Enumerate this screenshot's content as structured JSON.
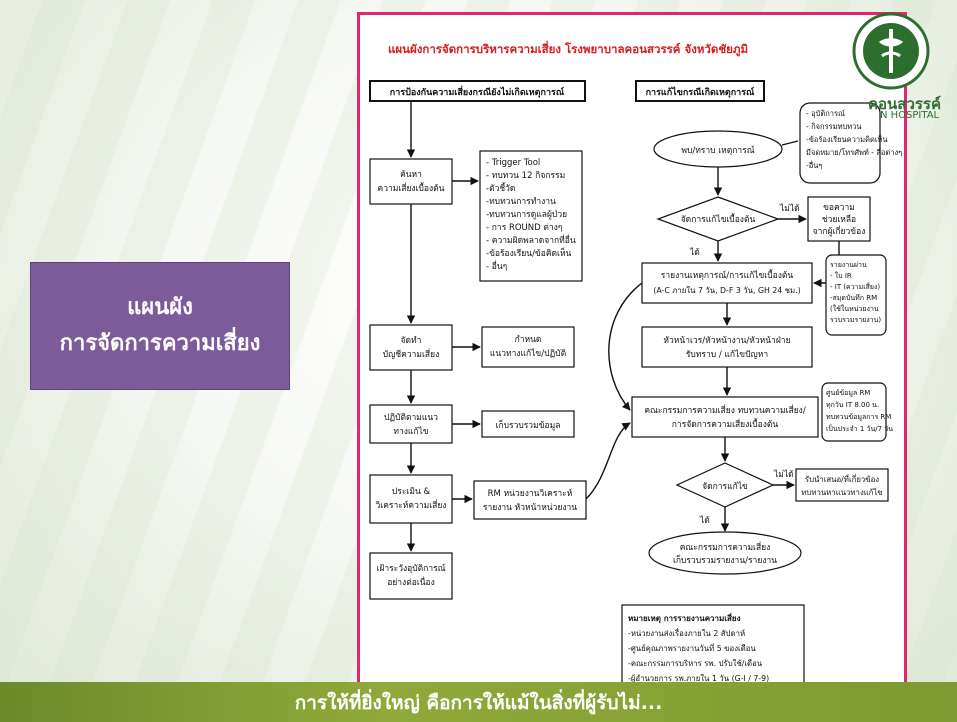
{
  "slide": {
    "left_title_line1": "แผนผัง",
    "left_title_line2": "การจัดการความเสี่ยง",
    "footer": "การให้ที่ยิ่งใหญ่ คือการให้แม้ในสิ่งที่ผู้รับไม่..."
  },
  "doc": {
    "title": "แผนผังการจัดการบริหารความเสี่ยง โรงพยาบาลคอนสวรรค์ จังหวัดชัยภูมิ",
    "left_header": "การป้องกันความเสี่ยงกรณียังไม่เกิดเหตุการณ์",
    "right_header": "การแก้ไขกรณีเกิดเหตุการณ์",
    "left_flow": [
      {
        "id": "find",
        "lines": [
          "ค้นหา",
          "ความเสี่ยงเบื้องต้น"
        ]
      },
      {
        "id": "register",
        "lines": [
          "จัดทำ",
          "บัญชีความเสี่ยง"
        ]
      },
      {
        "id": "practice",
        "lines": [
          "ปฏิบัติตามแนว",
          "ทางแก้ไข"
        ]
      },
      {
        "id": "assess",
        "lines": [
          "ประเมิน &",
          "วิเคราะห์ความเสี่ยง"
        ]
      },
      {
        "id": "monitor",
        "lines": [
          "เฝ้าระวังอุบัติการณ์",
          "อย่างต่อเนื่อง"
        ]
      }
    ],
    "tools_list": [
      "- Trigger Tool",
      "- ทบทวน 12 กิจกรรม",
      "-ตัวชี้วัด",
      "-ทบทวนการทำงาน",
      "-ทบทวนการดูแลผู้ป่วย",
      "- การ ROUND ต่างๆ",
      "- ความผิดพลาดจากที่อื่น",
      "-ข้อร้องเรียน/ข้อคิดเห็น",
      "- อื่นๆ"
    ],
    "define_box": [
      "กำหนด",
      "แนวทางแก้ไข/ปฏิบัติ"
    ],
    "collect_box": [
      "เก็บรวบรวมข้อมูล"
    ],
    "rm_box": [
      "RM หน่วยงานวิเคราะห์",
      "รายงาน หัวหน้าหน่วยงาน"
    ],
    "sources_box": [
      "- อุบัติการณ์",
      "- กิจกรรมทบทวน",
      "-ข้อร้องเรียนความคิดเห็น",
      "มีจดหมาย/โทรศัพท์ - สื่อต่างๆ",
      "-อื่นๆ"
    ],
    "event_ellipse": "พบ/ทราบ เหตุการณ์",
    "fix_decision": "จัดการแก้ไขเบื้องต้น",
    "no_label": "ไม่ได้",
    "yes_label": "ได้",
    "help_box": [
      "ขอความ",
      "ช่วยเหลือ",
      "จากผู้เกี่ยวข้อง"
    ],
    "report_box": [
      "รายงานเหตุการณ์/การแก้ไขเบื้องต้น",
      "(A-C ภายใน 7 วัน, D-F 3 วัน, GH 24 ชม.)"
    ],
    "report_note": [
      "รายงานผ่าน",
      "- ใบ IR",
      "- IT (ความเสี่ยง)",
      "-สมุดบันทึก RM",
      "(ใช้ในหน่วยงาน",
      "รวบรวมรายงาน)"
    ],
    "head_box": [
      "หัวหน้าเวร/หัวหน้างาน/หัวหน้าฝ่าย",
      "รับทราบ / แก้ไขปัญหา"
    ],
    "committee_box": [
      "คณะกรรมการความเสี่ยง ทบทวนความเสี่ยง/",
      "การจัดการความเสี่ยงเบื้องต้น"
    ],
    "rm_note": [
      "ศูนย์ข้อมูล RM",
      "ทุกวัน IT 8.00 น.",
      "ทบทวนข้อมูลการ RM",
      "เป็นประจำ 1 วัน/7 วัน"
    ],
    "manage_decision": "จัดการแก้ไข",
    "nopass_box": [
      "รับนำเสนอ/ที่เกี่ยวข้อง",
      "ทบทวนหาแนวทางแก้ไข"
    ],
    "final_ellipse": [
      "คณะกรรมการความเสี่ยง",
      "เก็บรวบรวมรายงาน/รายงาน"
    ],
    "notes": [
      "หมายเหตุ  การรายงานความเสี่ยง",
      "-หน่วยงานส่งเรื่องภายใน 2 สัปดาห์",
      "-ศูนย์คุณภาพรายงานวันที่ 5 ของเดือน",
      "-คณะกรรมการบริหาร รพ. ปรับใช้/เดือน",
      "-ผู้อำนวยการ รพ.ภายใน 1 วัน (G-I / 7-9)"
    ]
  },
  "header_logo": {
    "name_line1": "คอนสวรรค์",
    "name_line2": "N HOSPITAL"
  },
  "colors": {
    "frame": "#e0266e",
    "title_red": "#d81b1b",
    "left_panel": "#7b5b9a",
    "footer_green": "#7e9a30"
  }
}
